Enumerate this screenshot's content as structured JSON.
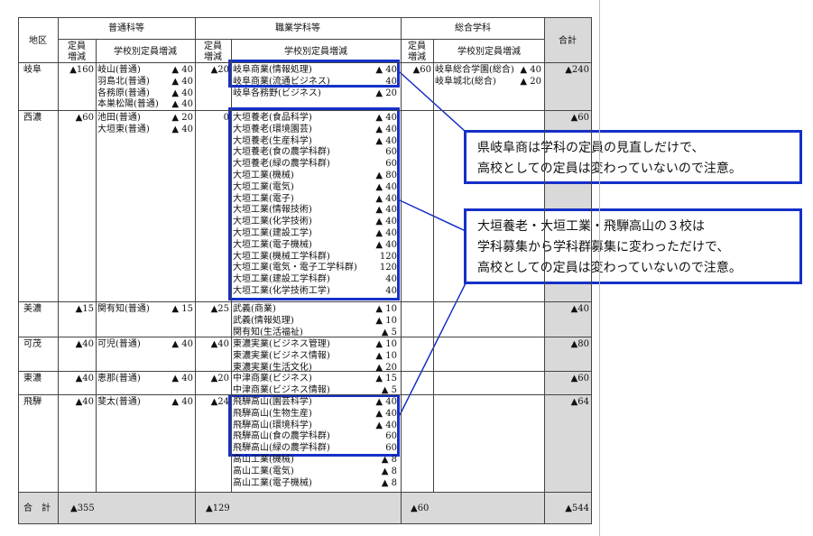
{
  "headers": {
    "region": "地区",
    "general": "普通科等",
    "vocational": "職業学科等",
    "integrated": "総合学科",
    "total": "合計",
    "quota_change": "定員\n増減",
    "by_school": "学校別定員増減"
  },
  "rows": [
    {
      "region": "岐阜",
      "general_total": "▲160",
      "vocational_total": "▲20",
      "integrated_total": "▲60",
      "total": "▲240",
      "general": [
        [
          "岐山(普通)",
          "▲ 40"
        ],
        [
          "羽島北(普通)",
          "▲ 40"
        ],
        [
          "各務原(普通)",
          "▲ 40"
        ],
        [
          "本巣松陽(普通)",
          "▲ 40"
        ]
      ],
      "vocational": [
        [
          "岐阜商業(情報処理)",
          "▲ 40"
        ],
        [
          "岐阜商業(流通ビジネス)",
          "40"
        ],
        [
          "岐阜各務野(ビジネス)",
          "▲ 20"
        ]
      ],
      "integrated": [
        [
          "岐阜総合学園(総合)",
          "▲ 40"
        ],
        [
          "岐阜城北(総合)",
          "▲ 20"
        ]
      ]
    },
    {
      "region": "西濃",
      "general_total": "▲60",
      "vocational_total": "0",
      "integrated_total": "",
      "total": "▲60",
      "general": [
        [
          "池田(普通)",
          "▲ 20"
        ],
        [
          "大垣東(普通)",
          "▲ 40"
        ]
      ],
      "vocational": [
        [
          "大垣養老(食品科学)",
          "▲ 40"
        ],
        [
          "大垣養老(環境園芸)",
          "▲ 40"
        ],
        [
          "大垣養老(生産科学)",
          "▲ 40"
        ],
        [
          "大垣養老(食の農学科群)",
          "60"
        ],
        [
          "大垣養老(緑の農学科群)",
          "60"
        ],
        [
          "大垣工業(機械)",
          "▲ 80"
        ],
        [
          "大垣工業(電気)",
          "▲ 40"
        ],
        [
          "大垣工業(電子)",
          "▲ 40"
        ],
        [
          "大垣工業(情報技術)",
          "▲ 40"
        ],
        [
          "大垣工業(化学技術)",
          "▲ 40"
        ],
        [
          "大垣工業(建設工学)",
          "▲ 40"
        ],
        [
          "大垣工業(電子機械)",
          "▲ 40"
        ],
        [
          "大垣工業(機械工学科群)",
          "120"
        ],
        [
          "大垣工業(電気・電子工学科群)",
          "120"
        ],
        [
          "大垣工業(建設工学科群)",
          "40"
        ],
        [
          "大垣工業(化学技術工学)",
          "40"
        ]
      ],
      "integrated": []
    },
    {
      "region": "美濃",
      "general_total": "▲15",
      "vocational_total": "▲25",
      "integrated_total": "",
      "total": "▲40",
      "general": [
        [
          "関有知(普通)",
          "▲ 15"
        ]
      ],
      "vocational": [
        [
          "武義(商業)",
          "▲ 10"
        ],
        [
          "武義(情報処理)",
          "▲ 10"
        ],
        [
          "関有知(生活福祉)",
          "▲ 5"
        ]
      ],
      "integrated": []
    },
    {
      "region": "可茂",
      "general_total": "▲40",
      "vocational_total": "▲40",
      "integrated_total": "",
      "total": "▲80",
      "general": [
        [
          "可児(普通)",
          "▲ 40"
        ]
      ],
      "vocational": [
        [
          "東濃実業(ビジネス管理)",
          "▲ 10"
        ],
        [
          "東濃実業(ビジネス情報)",
          "▲ 10"
        ],
        [
          "東濃実業(生活文化)",
          "▲ 20"
        ]
      ],
      "integrated": []
    },
    {
      "region": "東濃",
      "general_total": "▲40",
      "vocational_total": "▲20",
      "integrated_total": "",
      "total": "▲60",
      "general": [
        [
          "恵那(普通)",
          "▲ 40"
        ]
      ],
      "vocational": [
        [
          "中津商業(ビジネス)",
          "▲ 15"
        ],
        [
          "中津商業(ビジネス情報)",
          "▲ 5"
        ]
      ],
      "integrated": []
    },
    {
      "region": "飛騨",
      "general_total": "▲40",
      "vocational_total": "▲24",
      "integrated_total": "",
      "total": "▲64",
      "general": [
        [
          "斐太(普通)",
          "▲ 40"
        ]
      ],
      "vocational": [
        [
          "飛騨高山(園芸科学)",
          "▲ 40"
        ],
        [
          "飛騨高山(生物生産)",
          "▲ 40"
        ],
        [
          "飛騨高山(環境科学)",
          "▲ 40"
        ],
        [
          "飛騨高山(食の農学科群)",
          "60"
        ],
        [
          "飛騨高山(緑の農学科群)",
          "60"
        ],
        [
          "高山工業(機械)",
          "▲ 8"
        ],
        [
          "高山工業(電気)",
          "▲ 8"
        ],
        [
          "高山工業(電子機械)",
          "▲ 8"
        ]
      ],
      "integrated": []
    }
  ],
  "totals": {
    "label": "合　計",
    "general": "▲355",
    "vocational": "▲129",
    "integrated": "▲60",
    "total": "▲544"
  },
  "callouts": [
    {
      "lines": [
        "県岐阜商は学科の定員の見直しだけで、",
        "高校としての定員は変わっていないので注意。"
      ]
    },
    {
      "lines": [
        "大垣養老・大垣工業・飛騨高山の３校は",
        "学科募集から学科群募集に変わっただけで、",
        "高校としての定員は変わっていないので注意。"
      ]
    }
  ],
  "colors": {
    "accent": "#1530c8",
    "shade": "#d9d9d9"
  }
}
